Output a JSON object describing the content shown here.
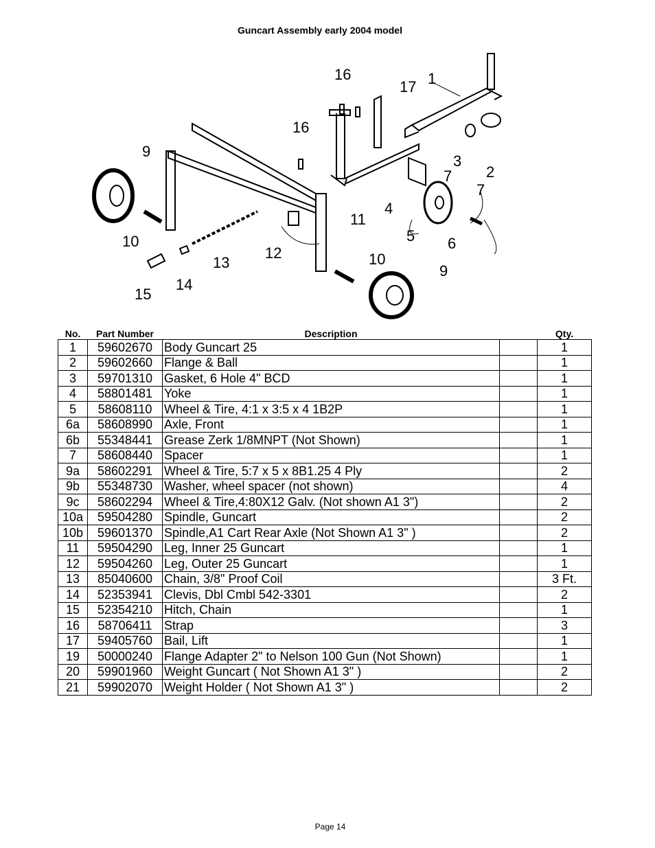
{
  "title": "Guncart Assembly early 2004 model",
  "diagram_callouts": [
    "16",
    "17",
    "1",
    "16",
    "9",
    "3",
    "2",
    "7",
    "7",
    "4",
    "11",
    "5",
    "6",
    "10",
    "12",
    "13",
    "10",
    "9",
    "15",
    "14"
  ],
  "table": {
    "headers": [
      "No.",
      "Part Number",
      "Description",
      "",
      "Qty."
    ],
    "rows": [
      {
        "no": "1",
        "part": "59602670",
        "desc": "Body Guncart 25",
        "qty": "1"
      },
      {
        "no": "2",
        "part": "59602660",
        "desc": "Flange & Ball",
        "qty": "1"
      },
      {
        "no": "3",
        "part": "59701310",
        "desc": "Gasket, 6 Hole 4\" BCD",
        "qty": "1"
      },
      {
        "no": "4",
        "part": "58801481",
        "desc": "Yoke",
        "qty": "1"
      },
      {
        "no": "5",
        "part": "58608110",
        "desc": "Wheel & Tire, 4:1 x 3:5 x 4 1B2P",
        "qty": "1"
      },
      {
        "no": "6a",
        "part": "58608990",
        "desc": "Axle, Front",
        "qty": "1"
      },
      {
        "no": "6b",
        "part": "55348441",
        "desc": "Grease Zerk 1/8MNPT (Not Shown)",
        "qty": "1"
      },
      {
        "no": "7",
        "part": "58608440",
        "desc": "Spacer",
        "qty": "1"
      },
      {
        "no": "9a",
        "part": "58602291",
        "desc": " Wheel & Tire, 5:7 x 5 x 8B1.25 4 Ply",
        "qty": "2"
      },
      {
        "no": "9b",
        "part": "55348730",
        "desc": "Washer, wheel spacer (not shown)",
        "qty": "4"
      },
      {
        "no": "9c",
        "part": "58602294",
        "desc": "Wheel & Tire,4:80X12 Galv. (Not shown A1 3\")",
        "qty": "2"
      },
      {
        "no": "10a",
        "part": "59504280",
        "desc": "Spindle, Guncart",
        "qty": "2"
      },
      {
        "no": "10b",
        "part": "59601370",
        "desc": "Spindle,A1 Cart Rear Axle (Not Shown A1 3\" )",
        "qty": "2"
      },
      {
        "no": "11",
        "part": "59504290",
        "desc": "Leg, Inner 25 Guncart",
        "qty": "1"
      },
      {
        "no": "12",
        "part": "59504260",
        "desc": "Leg, Outer 25 Guncart",
        "qty": "1"
      },
      {
        "no": "13",
        "part": "85040600",
        "desc": "Chain, 3/8\" Proof Coil",
        "qty": "3 Ft."
      },
      {
        "no": "14",
        "part": "52353941",
        "desc": "Clevis, Dbl Cmbl 542-3301",
        "qty": "2"
      },
      {
        "no": "15",
        "part": "52354210",
        "desc": "Hitch, Chain",
        "qty": "1"
      },
      {
        "no": "16",
        "part": "58706411",
        "desc": "Strap",
        "qty": "3"
      },
      {
        "no": "17",
        "part": "59405760",
        "desc": "Bail, Lift",
        "qty": "1"
      },
      {
        "no": "19",
        "part": "50000240",
        "desc": "Flange Adapter 2\" to Nelson 100 Gun (Not Shown)",
        "qty": "1"
      },
      {
        "no": "20",
        "part": "59901960",
        "desc": "Weight Guncart  ( Not Shown A1 3\" )",
        "qty": "2"
      },
      {
        "no": "21",
        "part": "59902070",
        "desc": "Weight Holder ( Not Shown A1 3\" )",
        "qty": "2"
      }
    ]
  },
  "footer": {
    "page": "Page 14"
  }
}
